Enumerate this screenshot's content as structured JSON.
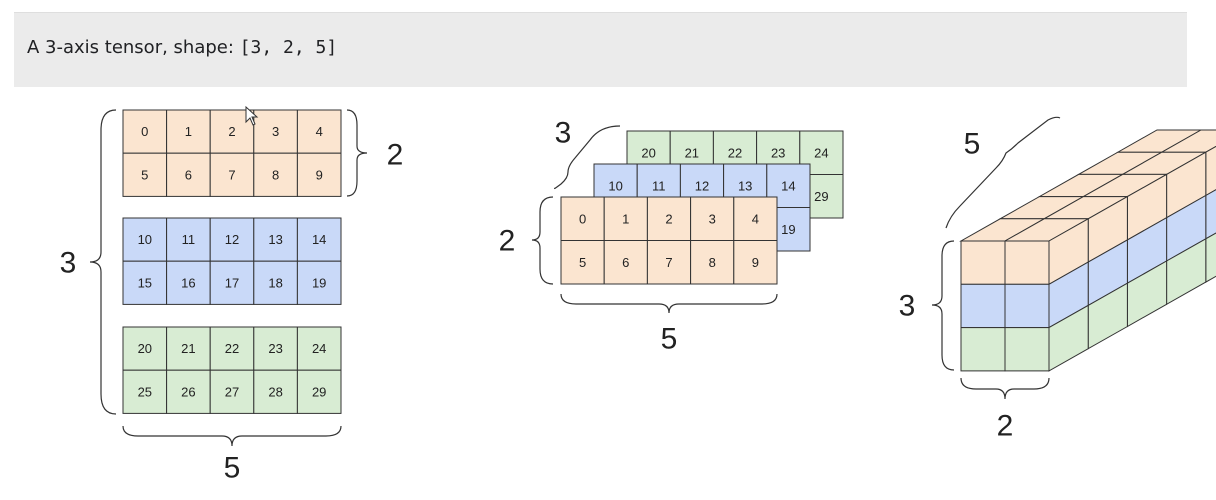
{
  "caption": {
    "text": "A 3-axis tensor, shape: ",
    "shape": "[3, 2, 5]"
  },
  "colors": {
    "orange": "#fbe5d0",
    "blue": "#c9d9f8",
    "green": "#d8ecd3",
    "stroke": "#333333",
    "caption_bg": "#ebebeb"
  },
  "tensor": {
    "shape": [
      3,
      2,
      5
    ],
    "layers": [
      {
        "color": "orange",
        "values": [
          [
            0,
            1,
            2,
            3,
            4
          ],
          [
            5,
            6,
            7,
            8,
            9
          ]
        ]
      },
      {
        "color": "blue",
        "values": [
          [
            10,
            11,
            12,
            13,
            14
          ],
          [
            15,
            16,
            17,
            18,
            19
          ]
        ]
      },
      {
        "color": "green",
        "values": [
          [
            20,
            21,
            22,
            23,
            24
          ],
          [
            25,
            26,
            27,
            28,
            29
          ]
        ]
      }
    ]
  },
  "labels": {
    "stacked": {
      "layers": "3",
      "rows": "2",
      "cols": "5"
    },
    "overlap": {
      "layers": "3",
      "rows": "2",
      "cols": "5"
    },
    "cube": {
      "depth": "5",
      "height": "3",
      "width": "2"
    }
  }
}
